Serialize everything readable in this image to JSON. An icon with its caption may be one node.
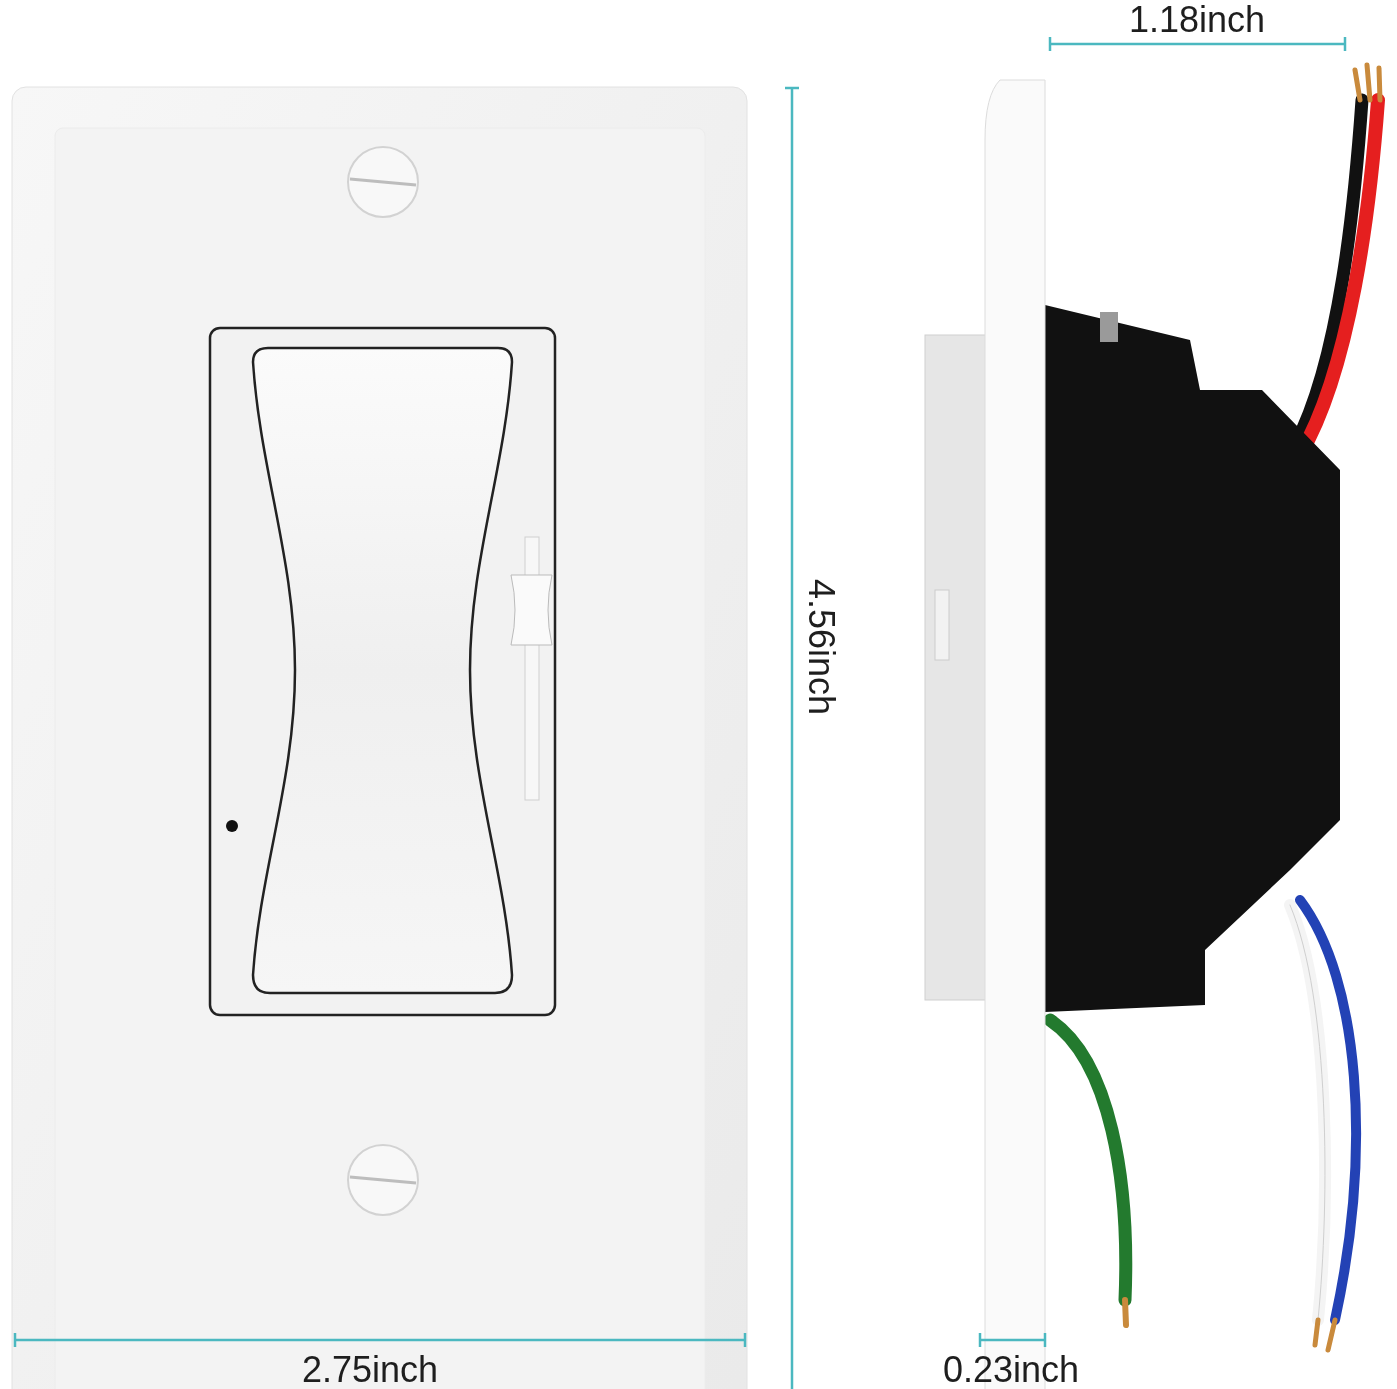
{
  "diagram": {
    "labels": [
      "1.18inch",
      "4.56inch",
      "2.75inch",
      "0.23inch"
    ]
  }
}
